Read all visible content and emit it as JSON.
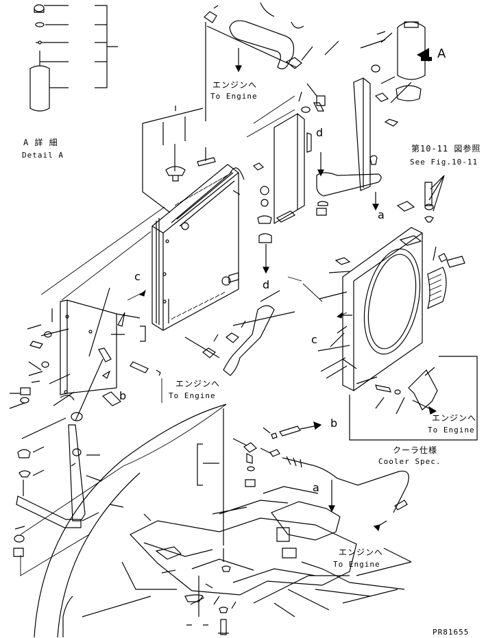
{
  "view_marker": {
    "letter": "A"
  },
  "detail": {
    "jp": "A 詳 細",
    "en": "Detail A"
  },
  "see_fig": {
    "jp": "第10-11 図参照",
    "en": "See Fig.10-11"
  },
  "to_engine": [
    {
      "jp": "エンジンへ",
      "en": "To Engine"
    },
    {
      "jp": "エンジンへ",
      "en": "To Engine"
    },
    {
      "jp": "エンジンへ",
      "en": "To Engine"
    },
    {
      "jp": "エンジンへ",
      "en": "To Engine"
    }
  ],
  "cooler_spec": {
    "jp": "クーラ仕様",
    "en": "Cooler Spec."
  },
  "refs": {
    "a1": "a",
    "a2": "a",
    "b1": "b",
    "b2": "b",
    "c1": "c",
    "c2": "c",
    "d1": "d",
    "d2": "d"
  },
  "drawing_number": "PR81655"
}
